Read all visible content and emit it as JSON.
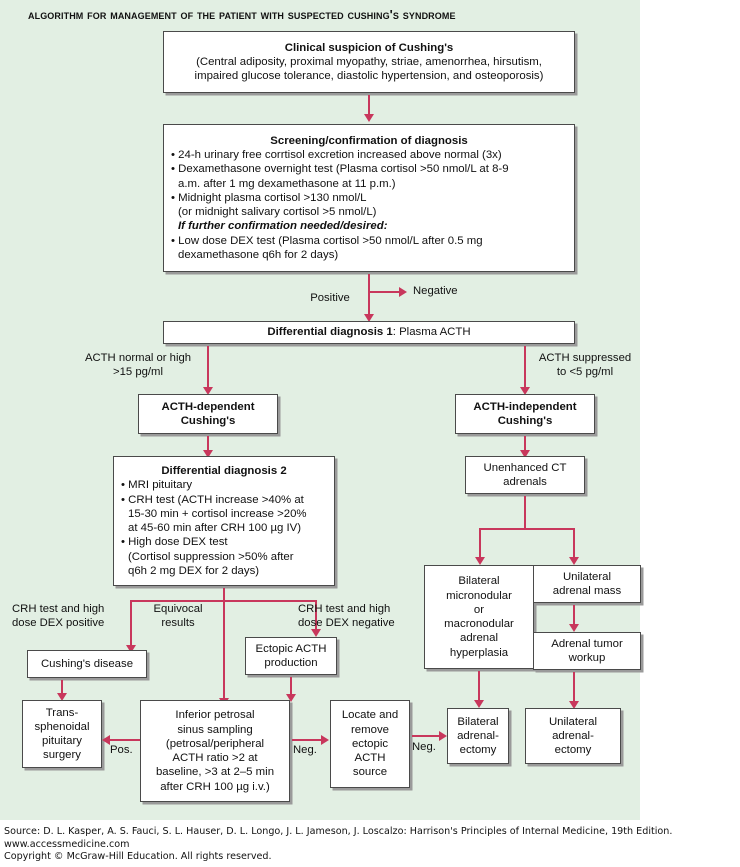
{
  "title": "Algorithm for Management of the Patient with Suspected Cushing's Syndrome",
  "colors": {
    "panel_background": "#e2efe3",
    "arrow": "#c8375c",
    "box_background": "#ffffff",
    "box_border": "#4a4a4a"
  },
  "boxes": {
    "clinical_suspicion": {
      "heading": "Clinical suspicion of Cushing's",
      "line1": "(Central adiposity, proximal myopathy, striae, amenorrhea, hirsutism,",
      "line2": "impaired glucose tolerance, diastolic hypertension, and osteoporosis)"
    },
    "screening": {
      "heading": "Screening/confirmation of diagnosis",
      "b1": "• 24-h urinary free corrtisol excretion increased above normal (3x)",
      "b2": "• Dexamethasone overnight test (Plasma cortisol >50 nmol/L at 8-9",
      "b2c": "a.m. after 1 mg dexamethasone at 11 p.m.)",
      "b3": "• Midnight plasma cortisol >130 nmol/L",
      "b3c": "(or midnight salivary cortisol >5 nmol/L)",
      "note": "If further confirmation needed/desired:",
      "b4": "• Low dose DEX test (Plasma cortisol >50 nmol/L after 0.5 mg",
      "b4c": "dexamethasone q6h for 2 days)"
    },
    "dd1": {
      "bold": "Differential diagnosis 1",
      "rest": ": Plasma ACTH"
    },
    "acth_dependent": {
      "l1": "ACTH-dependent",
      "l2": "Cushing's"
    },
    "acth_independent": {
      "l1": "ACTH-independent",
      "l2": "Cushing's"
    },
    "dd2": {
      "heading": "Differential diagnosis 2",
      "b1": "• MRI pituitary",
      "b2": "• CRH test (ACTH increase >40% at",
      "b2c1": "15-30 min + cortisol increase >20%",
      "b2c2": "at 45-60 min after CRH 100 µg IV)",
      "b3": "• High dose DEX test",
      "b3c1": "(Cortisol suppression >50% after",
      "b3c2": "q6h 2 mg DEX for 2 days)"
    },
    "unenhanced_ct": {
      "l1": "Unenhanced CT",
      "l2": "adrenals"
    },
    "bilateral_hyperplasia": {
      "l1": "Bilateral",
      "l2": "micronodular",
      "l3": "or",
      "l4": "macronodular",
      "l5": "adrenal",
      "l6": "hyperplasia"
    },
    "unilateral_mass": {
      "l1": "Unilateral",
      "l2": "adrenal mass"
    },
    "adrenal_tumor_workup": {
      "l1": "Adrenal tumor",
      "l2": "workup"
    },
    "cushings_disease": {
      "l1": "Cushing's disease"
    },
    "ectopic_acth": {
      "l1": "Ectopic ACTH",
      "l2": "production"
    },
    "transsphenoidal": {
      "l1": "Trans-",
      "l2": "sphenoidal",
      "l3": "pituitary",
      "l4": "surgery"
    },
    "ipss": {
      "l1": "Inferior petrosal",
      "l2": "sinus sampling",
      "l3": "(petrosal/peripheral",
      "l4": "ACTH ratio >2 at",
      "l5": "baseline, >3  at 2–5 min",
      "l6": "after CRH 100 µg i.v.)"
    },
    "locate_remove": {
      "l1": "Locate and",
      "l2": "remove",
      "l3": "ectopic",
      "l4": "ACTH",
      "l5": "source"
    },
    "bilateral_adrenalectomy": {
      "l1": "Bilateral",
      "l2": "adrenal-",
      "l3": "ectomy"
    },
    "unilateral_adrenalectomy": {
      "l1": "Unilateral",
      "l2": "adrenal-",
      "l3": "ectomy"
    }
  },
  "edge_labels": {
    "positive": "Positive",
    "negative": "Negative",
    "acth_normal_high_1": "ACTH normal or high",
    "acth_normal_high_2": ">15 pg/ml",
    "acth_suppressed_1": "ACTH suppressed",
    "acth_suppressed_2": "to <5 pg/ml",
    "crh_dex_positive_1": "CRH test and high",
    "crh_dex_positive_2": "dose DEX positive",
    "equivocal_1": "Equivocal",
    "equivocal_2": "results",
    "crh_dex_negative_1": "CRH test and high",
    "crh_dex_negative_2": "dose DEX negative",
    "pos": "Pos.",
    "neg_left": "Neg.",
    "neg_right": "Neg."
  },
  "footer": {
    "line1": "Source: D. L. Kasper, A. S. Fauci, S. L. Hauser, D. L. Longo, J. L. Jameson, J. Loscalzo: Harrison's Principles of Internal Medicine, 19th Edition.",
    "line2": "www.accessmedicine.com",
    "line3": "Copyright © McGraw-Hill Education.  All rights reserved."
  }
}
